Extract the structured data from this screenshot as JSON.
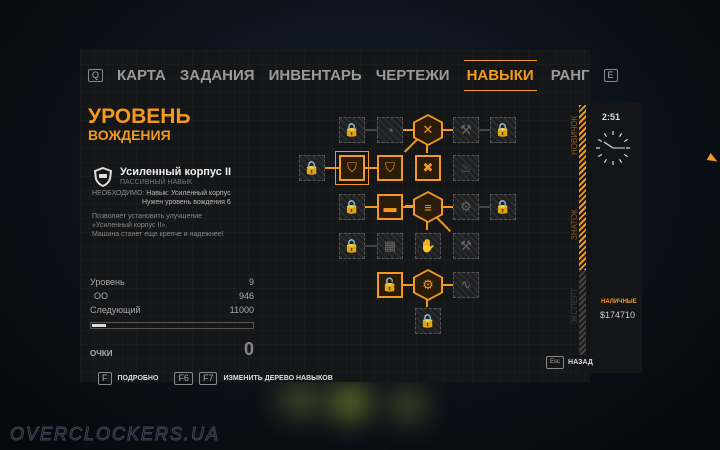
{
  "nav": {
    "left_key": "Q",
    "right_key": "E",
    "tabs": [
      "КАРТА",
      "ЗАДАНИЯ",
      "ИНВЕНТАРЬ",
      "ЧЕРТЕЖИ",
      "НАВЫКИ",
      "РАНГ"
    ],
    "active": 4
  },
  "title": {
    "line1": "УРОВЕНЬ",
    "line2": "ВОЖДЕНИЯ"
  },
  "skill": {
    "name": "Усиленный корпус II",
    "type": "ПАССИВНЫЙ НАВЫК",
    "req_label": "НЕОБХОДИМО:",
    "req1": "Навык: Усиленный корпус",
    "req2": "Нужен уровень вождения 6",
    "desc1": "Позволяет установить улучшение",
    "desc2": "«Усиленный корпус II».",
    "desc3": "Машина станет еще крепче и надежнее!"
  },
  "stats": {
    "level_label": "Уровень",
    "level": "9",
    "xp_label": "ОО",
    "xp": "946",
    "next_label": "Следующий",
    "next": "11000",
    "progress": 0.086,
    "points_label": "ОЧКИ",
    "points": "0"
  },
  "footer": {
    "f_key": "F",
    "details": "ПОДРОБНО",
    "f6": "F6",
    "f7": "F7",
    "change_tree": "ИЗМЕНИТЬ ДЕРЕВО НАВЫКОВ",
    "esc": "Esc",
    "back": "НАЗАД"
  },
  "side": {
    "time": "2:51",
    "ranks": [
      "НОВИЧОК",
      "ЗНАТОК",
      "ЭКСПЕРТ"
    ],
    "cash_label": "НАЛИЧНЫЕ",
    "cash": "$174710"
  },
  "tree": [
    {
      "state": "locked",
      "icon": "lock"
    },
    {
      "state": "locked",
      "icon": "gauge"
    },
    {
      "state": "hex",
      "icon": "crossed-wrenches"
    },
    {
      "state": "locked",
      "icon": "tool"
    },
    {
      "state": "locked",
      "icon": "lock"
    },
    {
      "state": "locked",
      "icon": "lock"
    },
    {
      "state": "selected",
      "icon": "shield"
    },
    {
      "state": "open",
      "icon": "shield"
    },
    {
      "state": "open",
      "icon": "wrench-cross"
    },
    {
      "state": "locked",
      "icon": "engine"
    },
    {
      "state": "locked",
      "icon": "lock"
    },
    {
      "state": "open",
      "icon": "car"
    },
    {
      "state": "hex",
      "icon": "wrenches"
    },
    {
      "state": "locked",
      "icon": "gear"
    },
    {
      "state": "locked",
      "icon": "lock"
    },
    {
      "state": "locked",
      "icon": "lock"
    },
    {
      "state": "locked",
      "icon": "box"
    },
    {
      "state": "locked",
      "icon": "hand"
    },
    {
      "state": "locked",
      "icon": "tool"
    },
    {
      "state": "open",
      "icon": "unlock"
    },
    {
      "state": "hex",
      "icon": "gears"
    },
    {
      "state": "locked",
      "icon": "hose"
    },
    {
      "state": "locked",
      "icon": "lock"
    }
  ]
}
